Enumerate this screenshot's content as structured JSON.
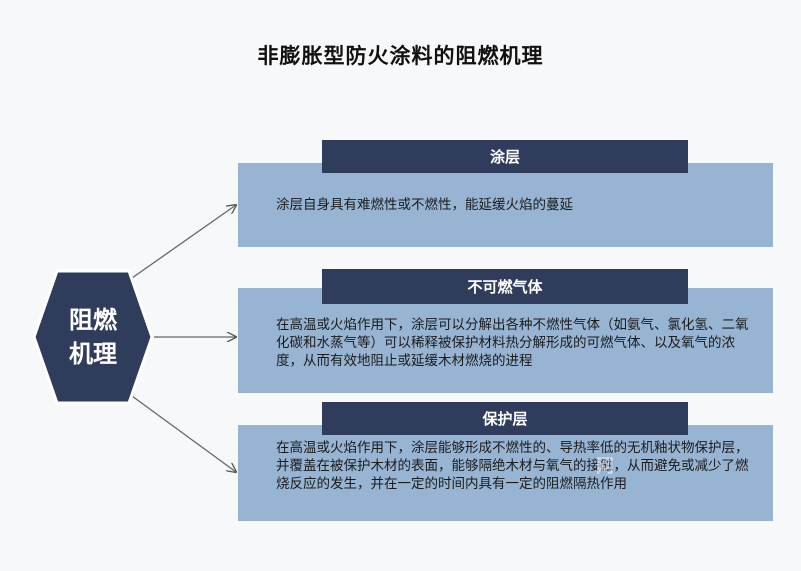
{
  "title": "非膨胀型防火涂料的阻燃机理",
  "center": {
    "label": "阻燃\n机理"
  },
  "items": [
    {
      "header": "涂层",
      "text": "涂层自身具有难燃性或不燃性，能延缓火焰的蔓延"
    },
    {
      "header": "不可燃气体",
      "text": "在高温或火焰作用下，涂层可以分解出各种不燃性气体（如氨气、氯化氢、二氧化碳和水蒸气等）可以稀释被保护材料热分解形成的可燃气体、以及氧气的浓度，从而有效地阻止或延缓木材燃烧的进程"
    },
    {
      "header": "保护层",
      "text": "在高温或火焰作用下，涂层能够形成不燃性的、导热率低的无机釉状物保护层，并覆盖在被保护木材的表面，能够隔绝木材与氧气的接触，从而避免或减少了燃烧反应的发生，并在一定的时间内具有一定的阻燃隔热作用"
    }
  ],
  "watermark": "网",
  "colors": {
    "header_bg": "#2f3c5c",
    "panel_bg": "#97b4d2",
    "hexagon_bg": "#2f3c5c"
  }
}
